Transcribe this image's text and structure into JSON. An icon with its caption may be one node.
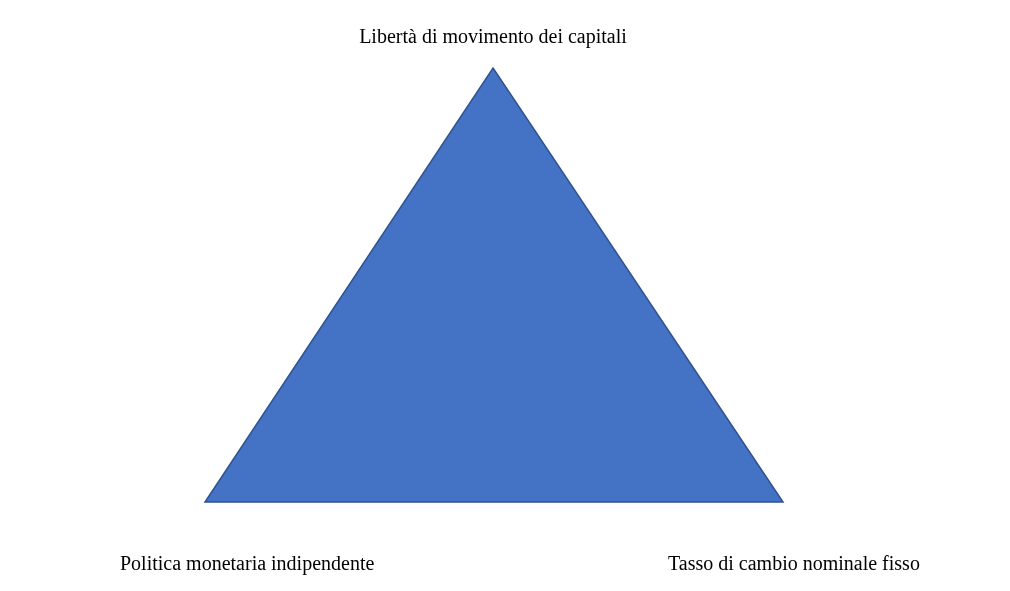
{
  "diagram": {
    "labels": [
      "Libertà di movimento dei capitali",
      "Politica monetaria indipendente",
      "Tasso di cambio nominale fisso"
    ]
  }
}
